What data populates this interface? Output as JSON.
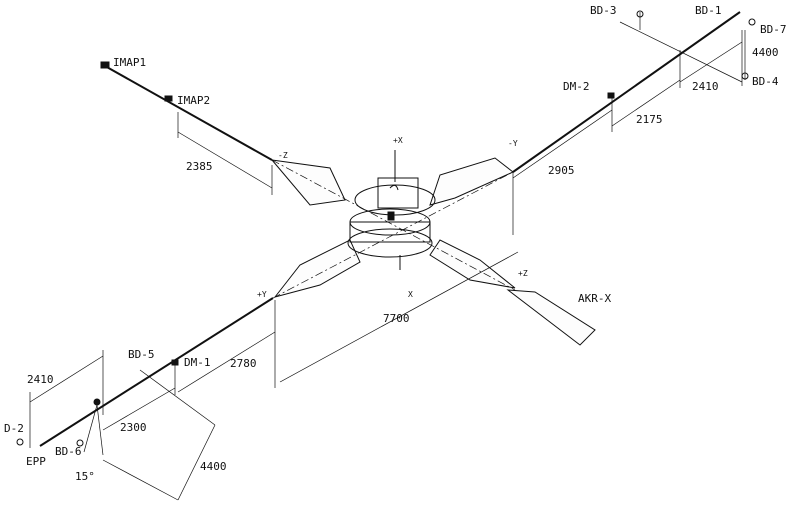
{
  "labels": {
    "imap1": "IMAP1",
    "imap2": "IMAP2",
    "bd3": "BD-3",
    "bd1": "BD-1",
    "bd7": "BD-7",
    "bd4": "BD-4",
    "dm2": "DM-2",
    "bd5": "BD-5",
    "dm1": "DM-1",
    "d2": "D-2",
    "epp": "EPP",
    "bd6": "BD-6",
    "akrx": "AKR-X",
    "axis_px": "+X",
    "axis_mz": "-Z",
    "axis_my": "-Y",
    "axis_py": "+Y",
    "axis_pz": "+Z",
    "axis_x": "X"
  },
  "dimensions": {
    "d2385": "2385",
    "d2905": "2905",
    "d2175": "2175",
    "d2410_top": "2410",
    "d4400_top": "4400",
    "d7700": "7700",
    "d2780": "2780",
    "d2410_left": "2410",
    "d2300": "2300",
    "d4400_bottom": "4400",
    "angle": "15°"
  }
}
